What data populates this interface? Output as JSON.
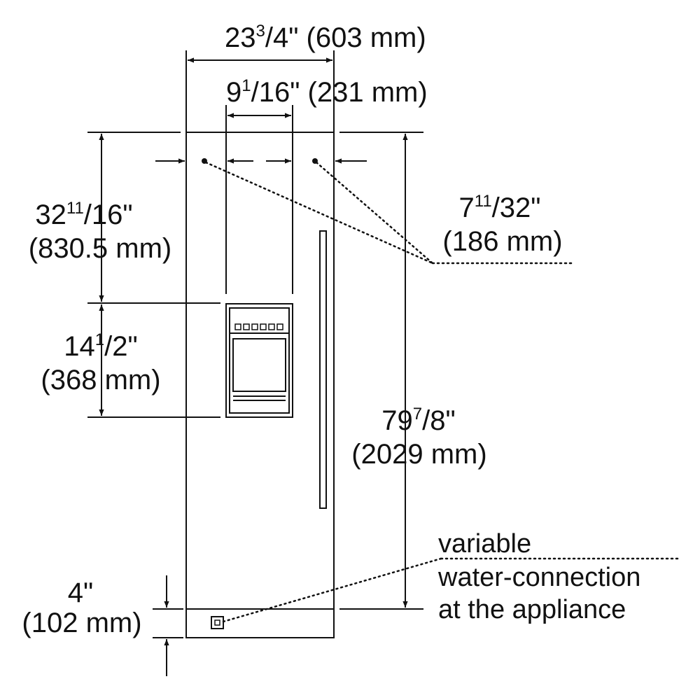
{
  "colors": {
    "line": "#111111",
    "background": "#ffffff"
  },
  "dimensions": {
    "width_total": {
      "whole": "23",
      "num": "3",
      "den": "/4",
      "suffix": "\"",
      "metric": "(603 mm)"
    },
    "width_dispenser": {
      "whole": "9",
      "num": "1",
      "den": "/16",
      "suffix": "\"",
      "metric": "(231 mm)"
    },
    "height_top": {
      "whole": "32",
      "num": "11",
      "den": "/16",
      "suffix": "\"",
      "metric": "(830.5 mm)"
    },
    "height_dispenser": {
      "whole": "14",
      "num": "1",
      "den": "/2",
      "suffix": "\"",
      "metric": "(368 mm)"
    },
    "height_total": {
      "whole": "79",
      "num": "7",
      "den": "/8",
      "suffix": "\"",
      "metric": "(2029 mm)"
    },
    "hole_offset": {
      "whole": "7",
      "num": "11",
      "den": "/32",
      "suffix": "\"",
      "metric": "(186 mm)"
    },
    "base_height": {
      "whole": "4",
      "suffix": "\"",
      "metric": "(102 mm)"
    }
  },
  "water_note": {
    "line1": "variable",
    "line2": "water-connection",
    "line3": "at the appliance"
  }
}
